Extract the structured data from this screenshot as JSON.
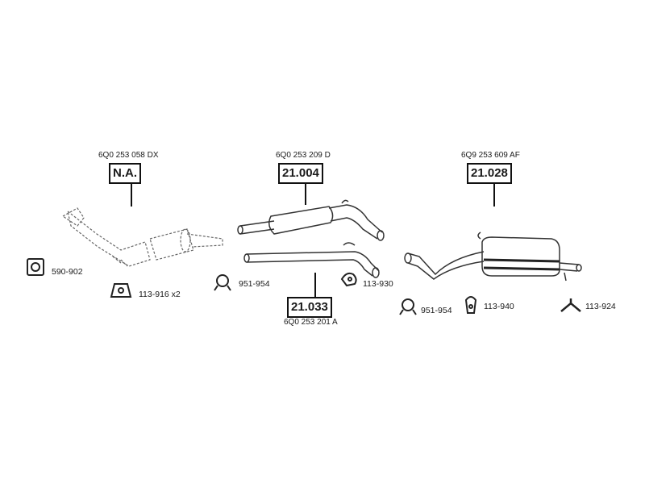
{
  "parts": {
    "catalyst": {
      "oem": "6Q0 253 058 DX",
      "ref": "N.A."
    },
    "middle": {
      "oem": "6Q0 253 209 D",
      "ref": "21.004"
    },
    "front_pipe": {
      "oem": "6Q0 253 201 A",
      "ref": "21.033"
    },
    "rear": {
      "oem": "6Q9 253 609 AF",
      "ref": "21.028"
    }
  },
  "accessories": {
    "gasket": "590-902",
    "rubber_mount_1": "113-916 x2",
    "clamp_1": "951-954",
    "hanger_1": "113-930",
    "clamp_2": "951-954",
    "rubber_mount_2": "113-940",
    "bracket": "113-924"
  },
  "colors": {
    "line": "#111111",
    "drawing": "#555555"
  }
}
